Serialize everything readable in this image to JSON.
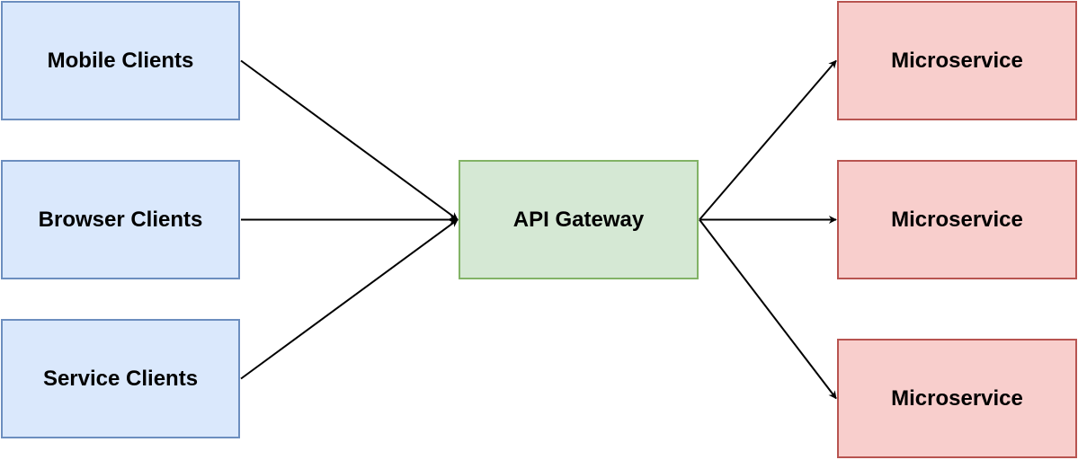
{
  "nodes": {
    "mobile_clients": "Mobile Clients",
    "browser_clients": "Browser Clients",
    "service_clients": "Service Clients",
    "api_gateway": "API Gateway",
    "microservice_1": "Microservice",
    "microservice_2": "Microservice",
    "microservice_3": "Microservice"
  },
  "edges": [
    {
      "from": "mobile_clients",
      "to": "api_gateway"
    },
    {
      "from": "browser_clients",
      "to": "api_gateway"
    },
    {
      "from": "service_clients",
      "to": "api_gateway"
    },
    {
      "from": "api_gateway",
      "to": "microservice_1"
    },
    {
      "from": "api_gateway",
      "to": "microservice_2"
    },
    {
      "from": "api_gateway",
      "to": "microservice_3"
    }
  ],
  "colors": {
    "client_fill": "#dae8fc",
    "client_border": "#6c8ebf",
    "gateway_fill": "#d5e8d4",
    "gateway_border": "#82b366",
    "service_fill": "#f8cecc",
    "service_border": "#b85450",
    "arrow": "#000000"
  }
}
